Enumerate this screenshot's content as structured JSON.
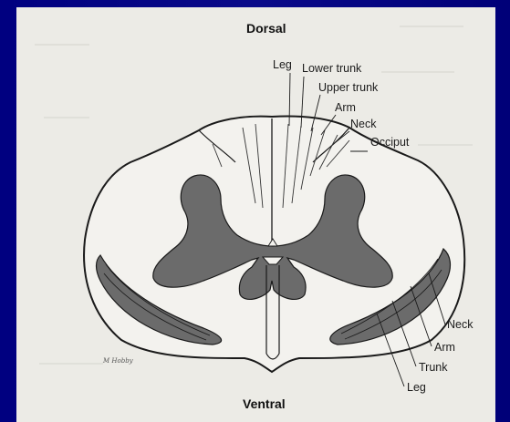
{
  "diagram": {
    "top_label": "Dorsal",
    "bottom_label": "Ventral",
    "dorsal_tracts": {
      "leg": "Leg",
      "lower_trunk": "Lower trunk",
      "upper_trunk": "Upper trunk",
      "arm": "Arm",
      "neck": "Neck",
      "occiput": "Occiput"
    },
    "ventral_tracts": {
      "neck": "Neck",
      "arm": "Arm",
      "trunk": "Trunk",
      "leg": "Leg"
    },
    "artist_signature": "M Hobby"
  },
  "colors": {
    "background": "#000080",
    "plate": "#ecebe6",
    "gray_matter": "#6b6b6b",
    "outline": "#1a1a1a"
  }
}
